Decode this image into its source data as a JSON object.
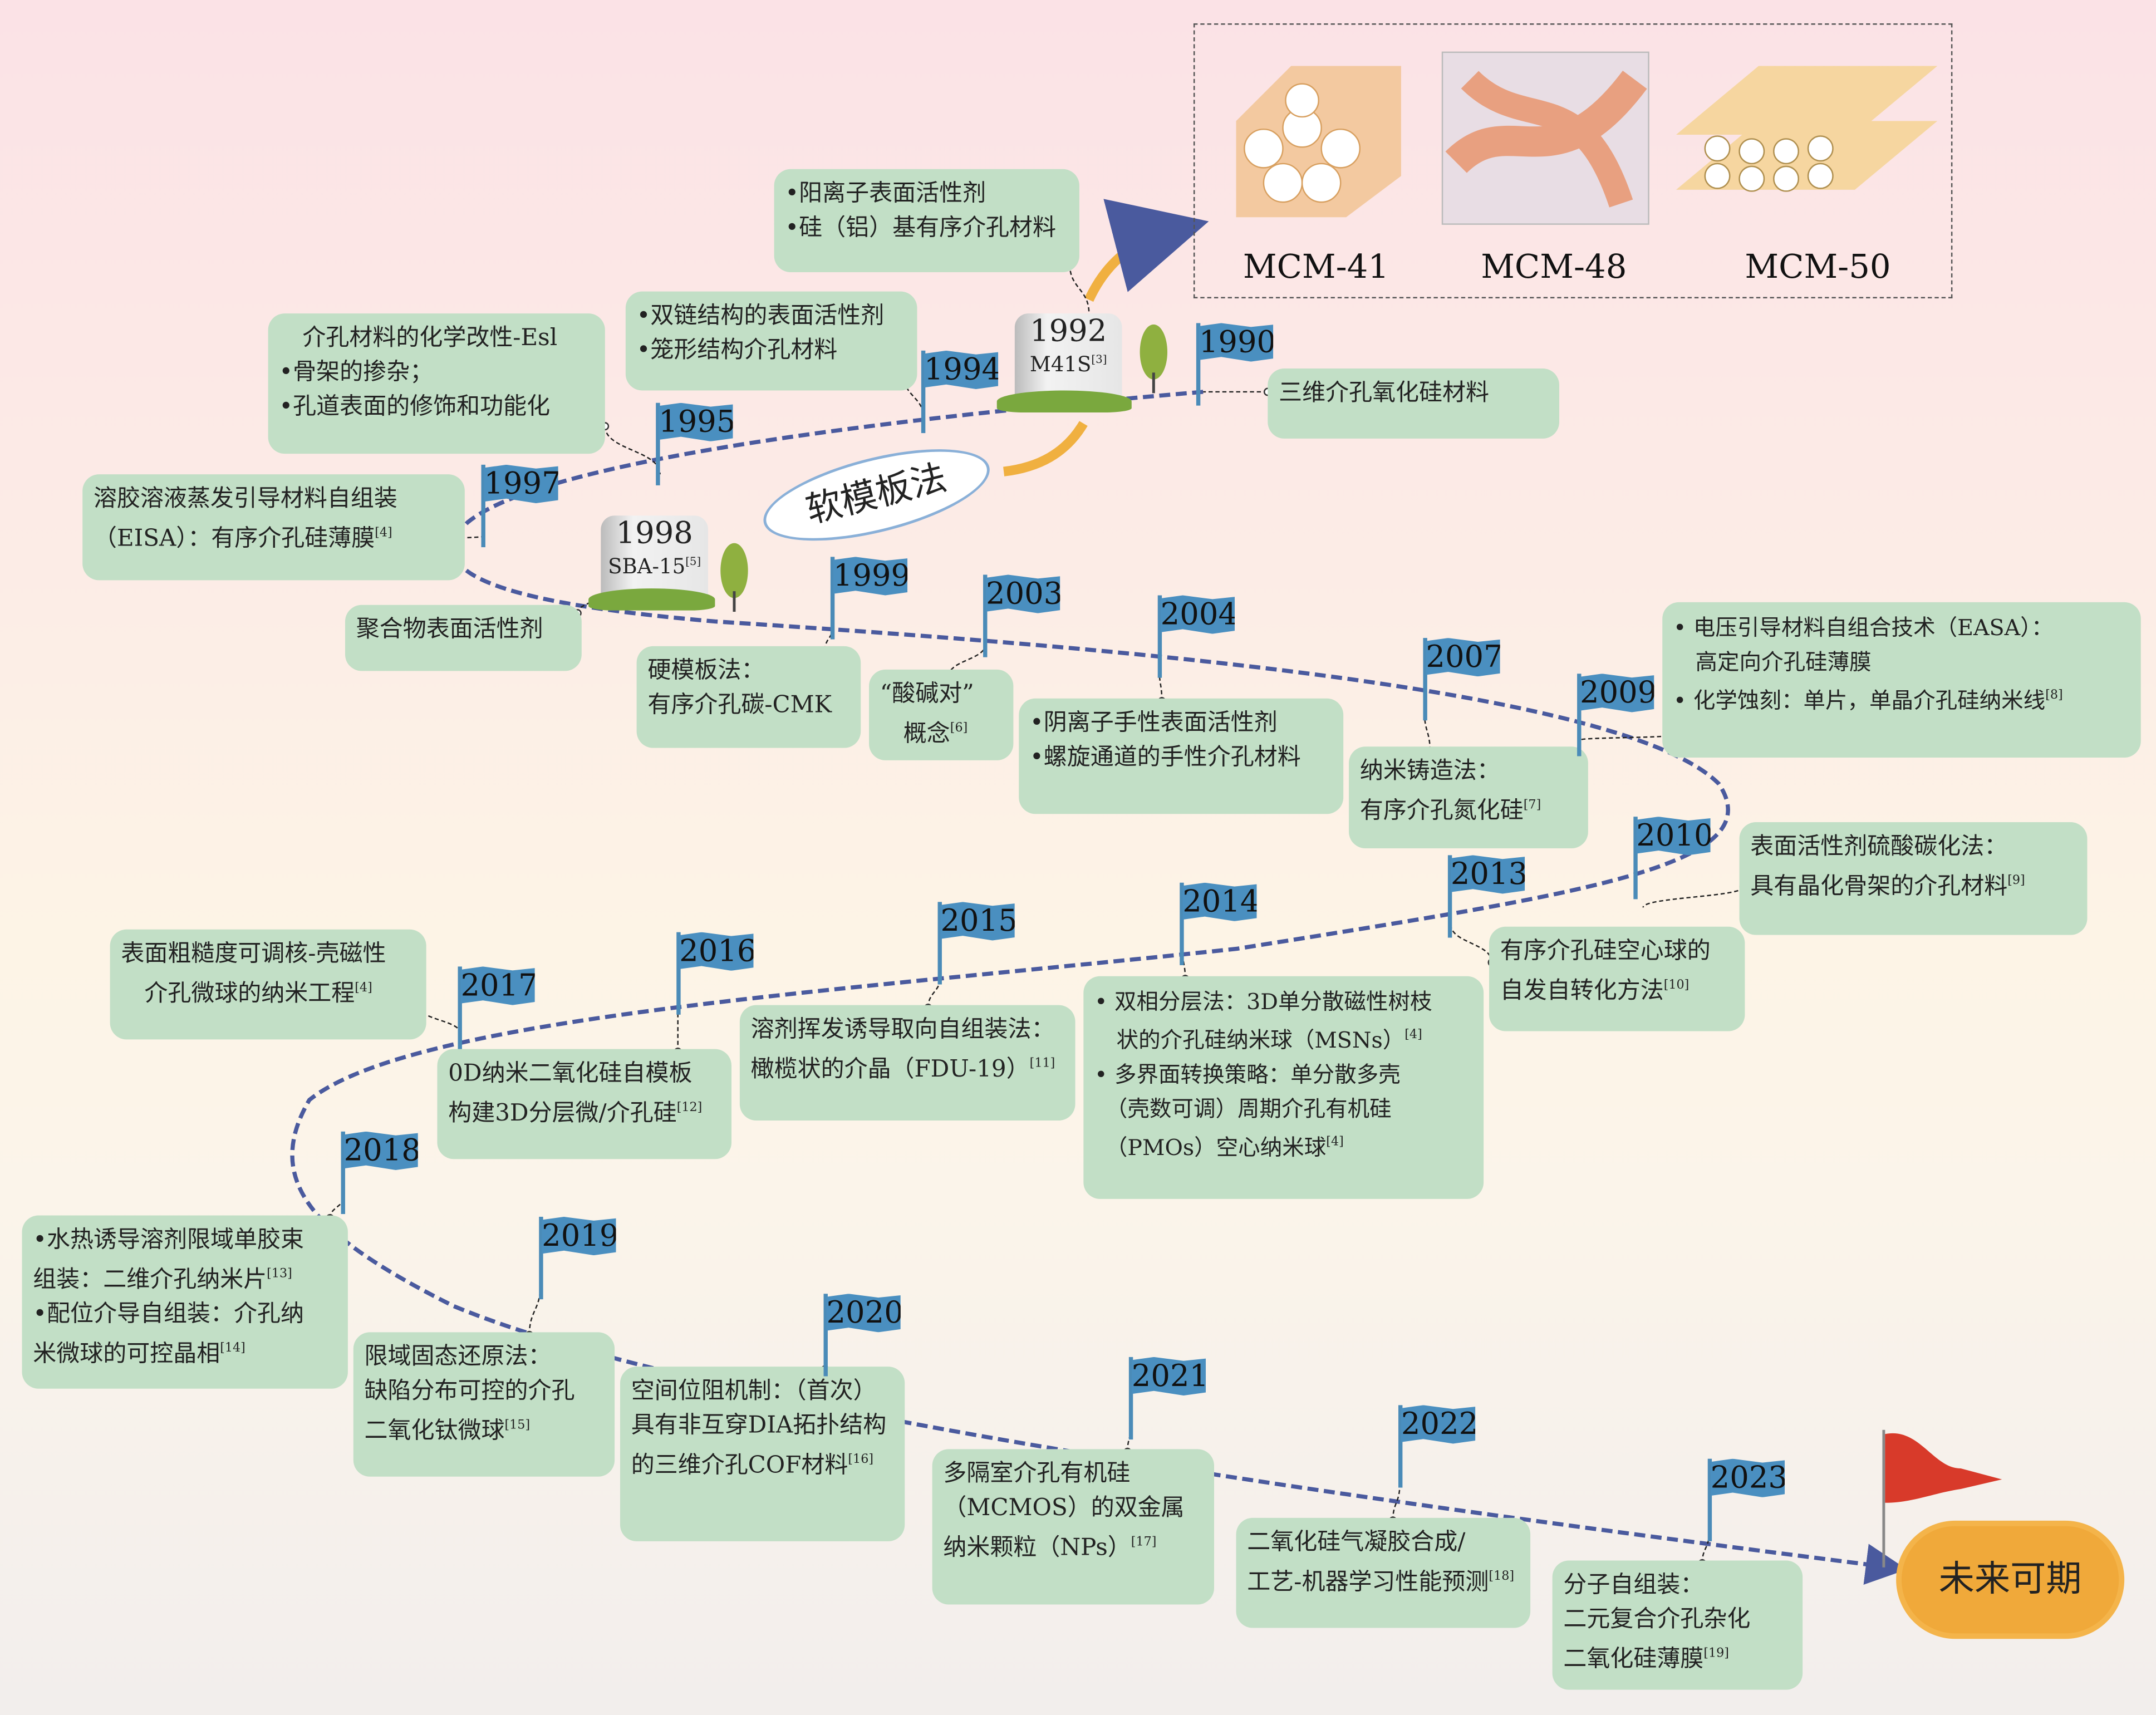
{
  "mcm_panel": {
    "labels": [
      "MCM-41",
      "MCM-48",
      "MCM-50"
    ]
  },
  "soft_template": "软模板法",
  "future": "未来可期",
  "tombstones": [
    {
      "year": "1992",
      "name": "M41S",
      "ref": "[3]"
    },
    {
      "year": "1998",
      "name": "SBA-15",
      "ref": "[5]"
    }
  ],
  "flags": [
    "1990",
    "1994",
    "1995",
    "1997",
    "1999",
    "2003",
    "2004",
    "2007",
    "2009",
    "2010",
    "2013",
    "2014",
    "2015",
    "2016",
    "2017",
    "2018",
    "2019",
    "2020",
    "2021",
    "2022",
    "2023"
  ],
  "boxes": [
    {
      "lines": [
        {
          "text": "•阳离子表面活性剂"
        },
        {
          "text": "•硅（铝）基有序介孔材料"
        }
      ]
    },
    {
      "lines": [
        {
          "text": "•双链结构的表面活性剂"
        },
        {
          "text": "•笼形结构介孔材料"
        }
      ]
    },
    {
      "lines": [
        {
          "text": "　介孔材料的化学改性-Esl"
        },
        {
          "text": "•骨架的掺杂；"
        },
        {
          "text": "•孔道表面的修饰和功能化"
        }
      ]
    },
    {
      "lines": [
        {
          "text": "溶胶溶液蒸发引导材料自组装"
        },
        {
          "text": "（EISA）：有序介孔硅薄膜",
          "ref": "[4]"
        }
      ]
    },
    {
      "lines": [
        {
          "text": "聚合物表面活性剂"
        }
      ]
    },
    {
      "lines": [
        {
          "text": "硬模板法："
        },
        {
          "text": "有序介孔碳-CMK"
        }
      ]
    },
    {
      "lines": [
        {
          "text": "“酸碱对”"
        },
        {
          "text": "　概念",
          "ref": "[6]"
        }
      ]
    },
    {
      "lines": [
        {
          "text": "•阴离子手性表面活性剂"
        },
        {
          "text": "•螺旋通道的手性介孔材料"
        }
      ]
    },
    {
      "lines": [
        {
          "text": "纳米铸造法："
        },
        {
          "text": "有序介孔氮化硅",
          "ref": "[7]"
        }
      ]
    },
    {
      "lines": [
        {
          "text": "• 电压引导材料自组合技术（EASA）："
        },
        {
          "text": "　高定向介孔硅薄膜"
        },
        {
          "text": "• 化学蚀刻：单片，单晶介孔硅纳米线",
          "ref": "[8]"
        }
      ]
    },
    {
      "lines": [
        {
          "text": "三维介孔氧化硅材料"
        }
      ]
    },
    {
      "lines": [
        {
          "text": "表面活性剂硫酸碳化法："
        },
        {
          "text": "具有晶化骨架的介孔材料",
          "ref": "[9]"
        }
      ]
    },
    {
      "lines": [
        {
          "text": "有序介孔硅空心球的"
        },
        {
          "text": "自发自转化方法",
          "ref": "[10]"
        }
      ]
    },
    {
      "lines": [
        {
          "text": "• 双相分层法：3D单分散磁性树枝"
        },
        {
          "text": "　状的介孔硅纳米球（MSNs）",
          "ref": "[4]"
        },
        {
          "text": "• 多界面转换策略：单分散多壳"
        },
        {
          "text": "　（壳数可调）周期介孔有机硅"
        },
        {
          "text": "　（PMOs）空心纳米球",
          "ref": "[4]"
        }
      ]
    },
    {
      "lines": [
        {
          "text": "溶剂挥发诱导取向自组装法："
        },
        {
          "text": "橄榄状的介晶（FDU-19）",
          "ref": "[11]"
        }
      ]
    },
    {
      "lines": [
        {
          "text": "0D纳米二氧化硅自模板"
        },
        {
          "text": "构建3D分层微/介孔硅",
          "ref": "[12]"
        }
      ]
    },
    {
      "lines": [
        {
          "text": "表面粗糙度可调核-壳磁性"
        },
        {
          "text": "　介孔微球的纳米工程",
          "ref": "[4]"
        }
      ]
    },
    {
      "lines": [
        {
          "text": "•水热诱导溶剂限域单胶束"
        },
        {
          "text": " 组装：二维介孔纳米片",
          "ref": "[13]"
        },
        {
          "text": "•配位介导自组装：介孔纳"
        },
        {
          "text": " 米微球的可控晶相",
          "ref": "[14]"
        }
      ]
    },
    {
      "lines": [
        {
          "text": "限域固态还原法："
        },
        {
          "text": "缺陷分布可控的介孔"
        },
        {
          "text": "二氧化钛微球",
          "ref": "[15]"
        }
      ]
    },
    {
      "lines": [
        {
          "text": "空间位阻机制：（首次）"
        },
        {
          "text": "具有非互穿DIA拓扑结构"
        },
        {
          "text": "的三维介孔COF材料",
          "ref": "[16]"
        }
      ]
    },
    {
      "lines": [
        {
          "text": "多隔室介孔有机硅"
        },
        {
          "text": "（MCMOS）的双金属"
        },
        {
          "text": "纳米颗粒（NPs）",
          "ref": "[17]"
        }
      ]
    },
    {
      "lines": [
        {
          "text": "二氧化硅气凝胶合成/"
        },
        {
          "text": "工艺-机器学习性能预测",
          "ref": "[18]"
        }
      ]
    },
    {
      "lines": [
        {
          "text": "分子自组装："
        },
        {
          "text": "二元复合介孔杂化"
        },
        {
          "text": "二氧化硅薄膜",
          "ref": "[19]"
        }
      ]
    }
  ],
  "colors": {
    "box": "#c2dfc6",
    "flag": "#4a8fc0",
    "path": "#4a5a9e",
    "arrow": "#f0b040",
    "cloud": "#f0a93a"
  }
}
